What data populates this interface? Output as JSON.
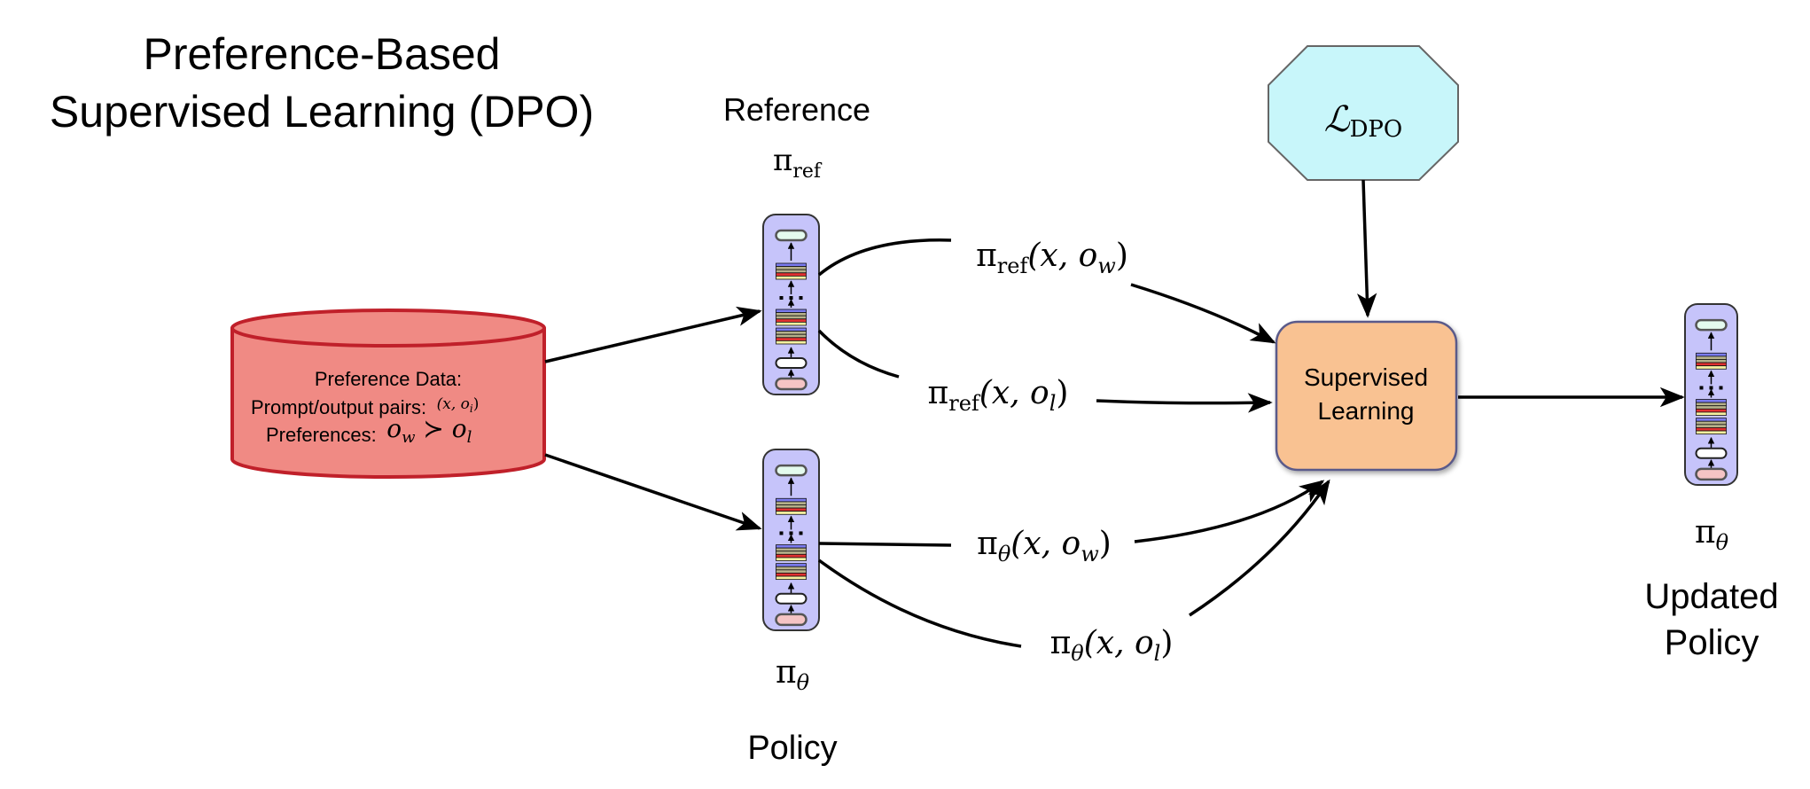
{
  "title": {
    "line1": "Preference-Based",
    "line2": "Supervised Learning (DPO)"
  },
  "reference": {
    "label": "Reference",
    "symbol": "π",
    "symbol_sub": "ref"
  },
  "policy": {
    "label": "Policy",
    "symbol": "π",
    "symbol_sub": "θ"
  },
  "updated": {
    "label_line1": "Updated",
    "label_line2": "Policy",
    "symbol": "π",
    "symbol_sub": "θ"
  },
  "data_store": {
    "line1": "Preference Data:",
    "line2": "Prompt/output pairs:",
    "line2_math": {
      "open": "(x, o",
      "sub": "i",
      "close": ")"
    },
    "line3": "Preferences:",
    "line3_math": {
      "a": "o",
      "a_sub": "w",
      "rel": " ≻ ",
      "b": "o",
      "b_sub": "l"
    }
  },
  "loss": {
    "symbol": "ℒ",
    "sub": "DPO"
  },
  "learner": {
    "line1": "Supervised",
    "line2": "Learning"
  },
  "edge_labels": [
    {
      "pi": "π",
      "pi_sub": "ref",
      "args": "(x, o",
      "arg_sub": "w",
      "close": ")"
    },
    {
      "pi": "π",
      "pi_sub": "ref",
      "args": "(x, o",
      "arg_sub": "l",
      "close": ")"
    },
    {
      "pi": "π",
      "pi_sub": "θ",
      "args": "(x, o",
      "arg_sub": "w",
      "close": ")"
    },
    {
      "pi": "π",
      "pi_sub": "θ",
      "args": "(x, o",
      "arg_sub": "l",
      "close": ")"
    }
  ],
  "colors": {
    "cylinder_fill": "#f08a84",
    "cylinder_stroke": "#c0202a",
    "network_fill": "#c6c4fa",
    "loss_fill": "#c8f6fa",
    "learner_fill": "#f9c292"
  }
}
